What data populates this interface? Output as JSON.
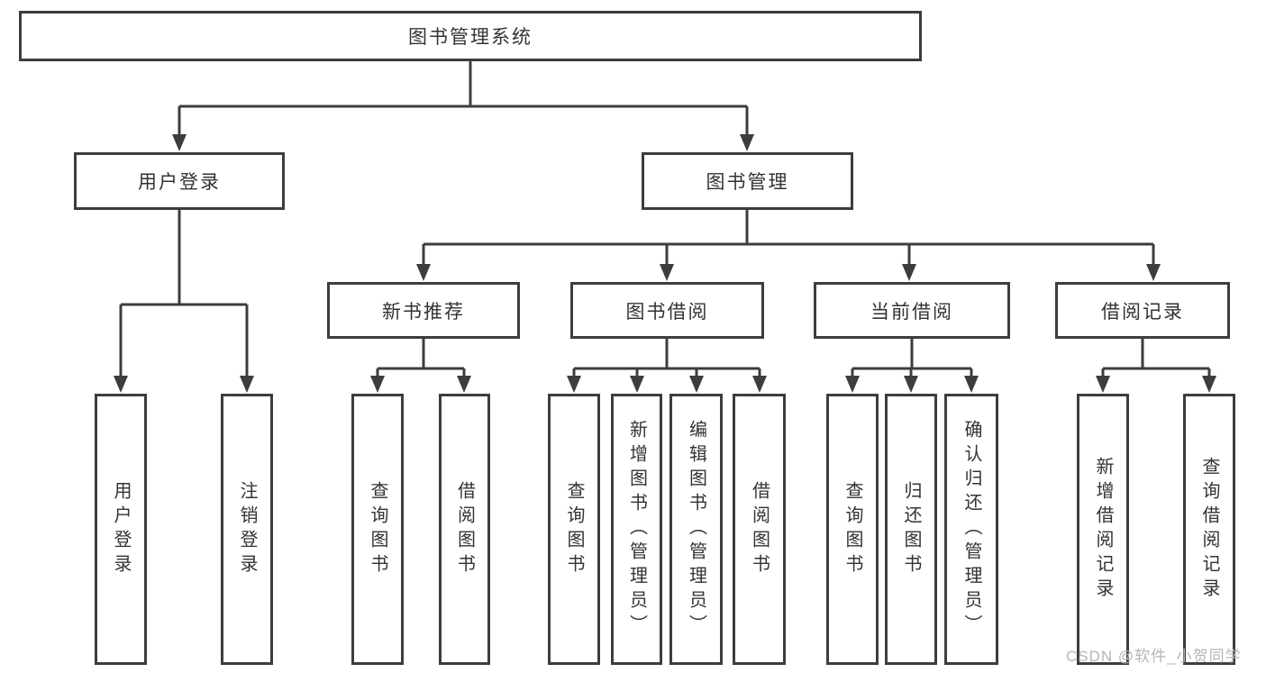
{
  "diagram": {
    "title": "图书管理系统",
    "root": {
      "label": "图书管理系统"
    },
    "level2": [
      {
        "id": "user-login",
        "label": "用户登录"
      },
      {
        "id": "book-management",
        "label": "图书管理"
      }
    ],
    "level3": [
      {
        "id": "new-book-recommend",
        "label": "新书推荐"
      },
      {
        "id": "book-borrowing",
        "label": "图书借阅"
      },
      {
        "id": "current-borrowing",
        "label": "当前借阅"
      },
      {
        "id": "borrowing-records",
        "label": "借阅记录"
      }
    ],
    "leaves": {
      "user_login": [
        "用户登录",
        "注销登录"
      ],
      "new_book_recommend": [
        "查询图书",
        "借阅图书"
      ],
      "book_borrowing": [
        "查询图书",
        "新增图书（管理员）",
        "编辑图书（管理员）",
        "借阅图书"
      ],
      "current_borrowing": [
        "查询图书",
        "归还图书",
        "确认归还（管理员）"
      ],
      "borrowing_records": [
        "新增借阅记录",
        "查询借阅记录"
      ]
    }
  },
  "watermark": {
    "text": "CSDN @软件_小贺同学"
  },
  "colors": {
    "line": "#3d3d3d",
    "box_border": "#3d3d3d",
    "box_fill": "#ffffff",
    "text": "#333333",
    "watermark": "#b5b5b5",
    "background": "#ffffff"
  }
}
